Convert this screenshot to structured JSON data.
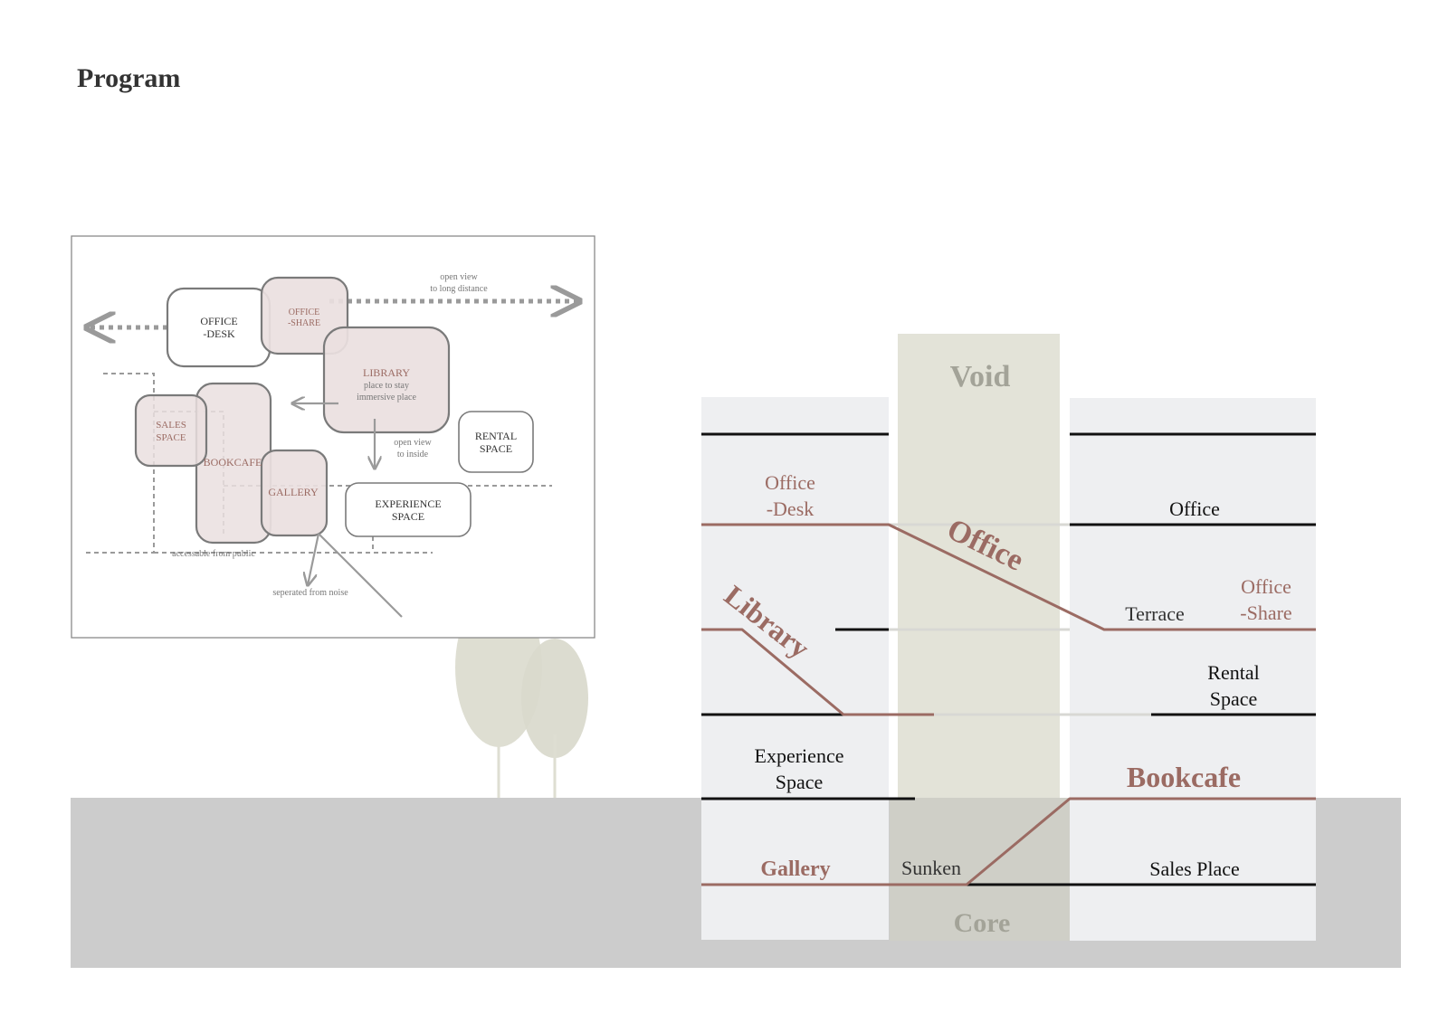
{
  "title": "Program",
  "colors": {
    "accent": "#9b6b63",
    "ground": "#cccccc",
    "section_bg": "#eeeff1",
    "void": "#e3e3d8",
    "tree": "#deded2",
    "bubble_fill": "#eadfdf",
    "bubble_stroke": "#7a7a7a",
    "dashed": "#9a9a9a"
  },
  "bubble_diagram": {
    "office_desk": [
      "OFFICE",
      "-DESK"
    ],
    "office_share": [
      "OFFICE",
      "-SHARE"
    ],
    "library": [
      "LIBRARY",
      "place to stay",
      "immersive place"
    ],
    "sales_space": [
      "SALES",
      "SPACE"
    ],
    "bookcafe": "BOOKCAFE",
    "gallery": "GALLERY",
    "rental_space": [
      "RENTAL",
      "SPACE"
    ],
    "experience_space": [
      "EXPERIENCE",
      "SPACE"
    ],
    "open_view_long": [
      "open view",
      "to long distance"
    ],
    "open_view_inside": [
      "open view",
      "to inside"
    ],
    "accessible": "accessable from public",
    "separated": "seperated from noise"
  },
  "section": {
    "void": "Void",
    "core": "Core",
    "office_desk": [
      "Office",
      "-Desk"
    ],
    "office_diag": "Office",
    "office_right": "Office",
    "terrace": "Terrace",
    "office_share": [
      "Office",
      "-Share"
    ],
    "library_diag": "Library",
    "rental_space": [
      "Rental",
      "Space"
    ],
    "experience_space": [
      "Experience",
      "Space"
    ],
    "bookcafe": "Bookcafe",
    "gallery": "Gallery",
    "sunken": "Sunken",
    "sales_place": "Sales Place"
  }
}
